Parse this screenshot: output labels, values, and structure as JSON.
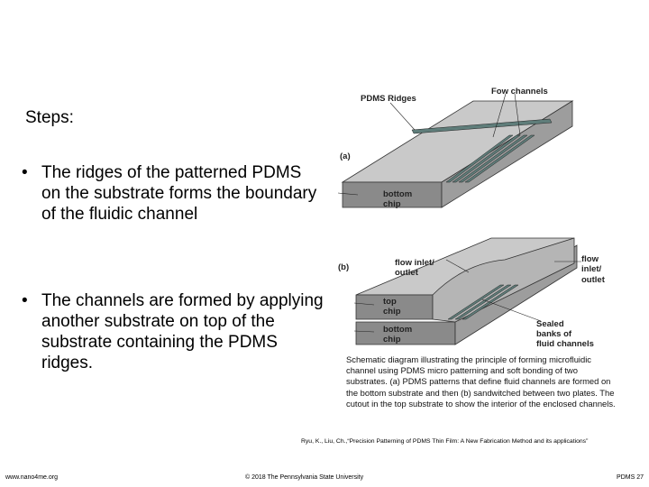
{
  "slide": {
    "heading": "Steps:",
    "bullets": [
      "The ridges of the patterned PDMS on the substrate forms the boundary of the fluidic channel",
      "The channels are formed by applying another substrate on top of the substrate containing the PDMS ridges."
    ]
  },
  "figure": {
    "labels": {
      "pdms_ridges": "PDMS Ridges",
      "flow_channels": "Fow channels",
      "a": "(a)",
      "b": "(b)",
      "bottom_chip_a_l1": "bottom",
      "bottom_chip_a_l2": "chip",
      "flow_inlet_l1": "flow inlet/",
      "flow_inlet_l2": "outlet",
      "flow_inlet_r_l1": "flow",
      "flow_inlet_r_l2": "inlet/",
      "flow_inlet_r_l3": "outlet",
      "top_chip_l1": "top",
      "top_chip_l2": "chip",
      "bottom_chip_b_l1": "bottom",
      "bottom_chip_b_l2": "chip",
      "sealed_l1": "Sealed",
      "sealed_l2": "banks of",
      "sealed_l3": "fluid channels"
    },
    "colors": {
      "chip_top": "#c9c9c9",
      "chip_side": "#9d9d9d",
      "chip_front": "#8a8a8a",
      "ridge": "#5f7d7a"
    },
    "caption": "Schematic diagram illustrating the principle of forming microfluidic channel using PDMS micro patterning and soft bonding of two substrates. (a) PDMS patterns that define fluid channels are formed on the bottom substrate and then (b) sandwitched between two plates. The cutout in the top substrate to show the interior of the enclosed channels."
  },
  "reference": "Ryu, K., Liu, Ch.,“Precision Patterning of PDMS Thin Film: A New Fabrication Method and its applications”",
  "footer": {
    "left": "www.nano4me.org",
    "center": "© 2018 The Pennsylvania State University",
    "right": "PDMS 27"
  }
}
